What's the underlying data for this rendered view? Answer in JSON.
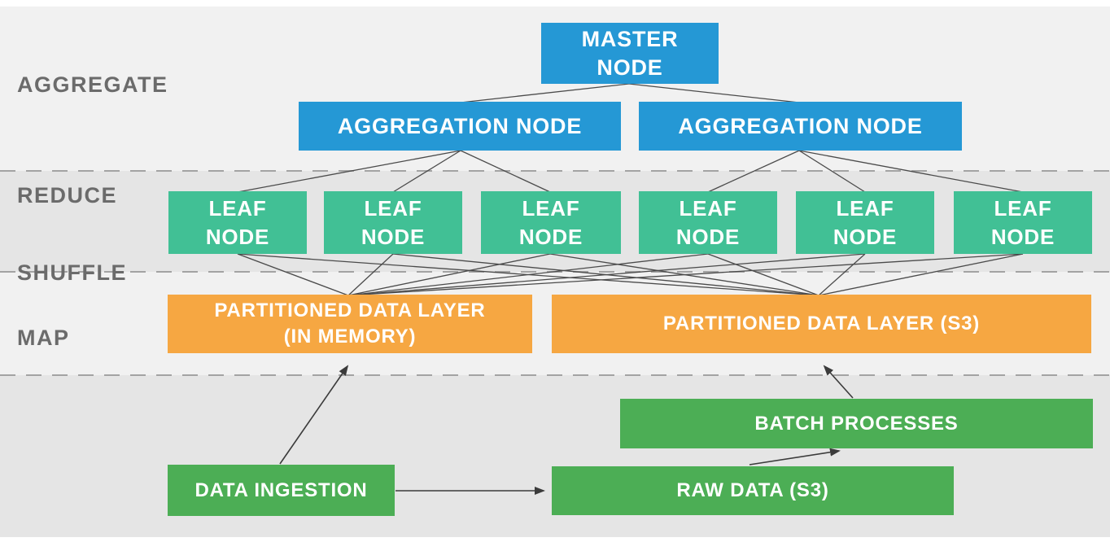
{
  "diagram_title": "Distributed aggregate/reduce/shuffle/map data architecture",
  "stage_labels": {
    "aggregate": "AGGREGATE",
    "reduce": "REDUCE",
    "shuffle": "SHUFFLE",
    "map": "MAP"
  },
  "nodes": {
    "master": {
      "line1": "MASTER",
      "line2": "NODE"
    },
    "aggregation_left": {
      "label": "AGGREGATION NODE"
    },
    "aggregation_right": {
      "label": "AGGREGATION NODE"
    },
    "leaves": [
      {
        "line1": "LEAF",
        "line2": "NODE"
      },
      {
        "line1": "LEAF",
        "line2": "NODE"
      },
      {
        "line1": "LEAF",
        "line2": "NODE"
      },
      {
        "line1": "LEAF",
        "line2": "NODE"
      },
      {
        "line1": "LEAF",
        "line2": "NODE"
      },
      {
        "line1": "LEAF",
        "line2": "NODE"
      }
    ],
    "partitioned_memory": {
      "line1": "PARTITIONED DATA LAYER",
      "line2": "(IN MEMORY)"
    },
    "partitioned_s3": {
      "label": "PARTITIONED DATA LAYER (S3)"
    },
    "batch": {
      "label": "BATCH PROCESSES"
    },
    "raw": {
      "label": "RAW DATA (S3)"
    },
    "ingestion": {
      "label": "DATA INGESTION"
    }
  },
  "colors": {
    "master_and_aggregation": "#2598d5",
    "leaf": "#41c095",
    "partitioned_layer": "#f6a742",
    "ingestion_green": "#4cae55",
    "band_light": "#f1f1f1",
    "band_dark": "#e5e5e5",
    "stage_label_text": "#6b6b6b",
    "node_text": "#ffffff",
    "connector_line": "#4b4b4b",
    "dashed_separator": "#a3a3a3"
  }
}
